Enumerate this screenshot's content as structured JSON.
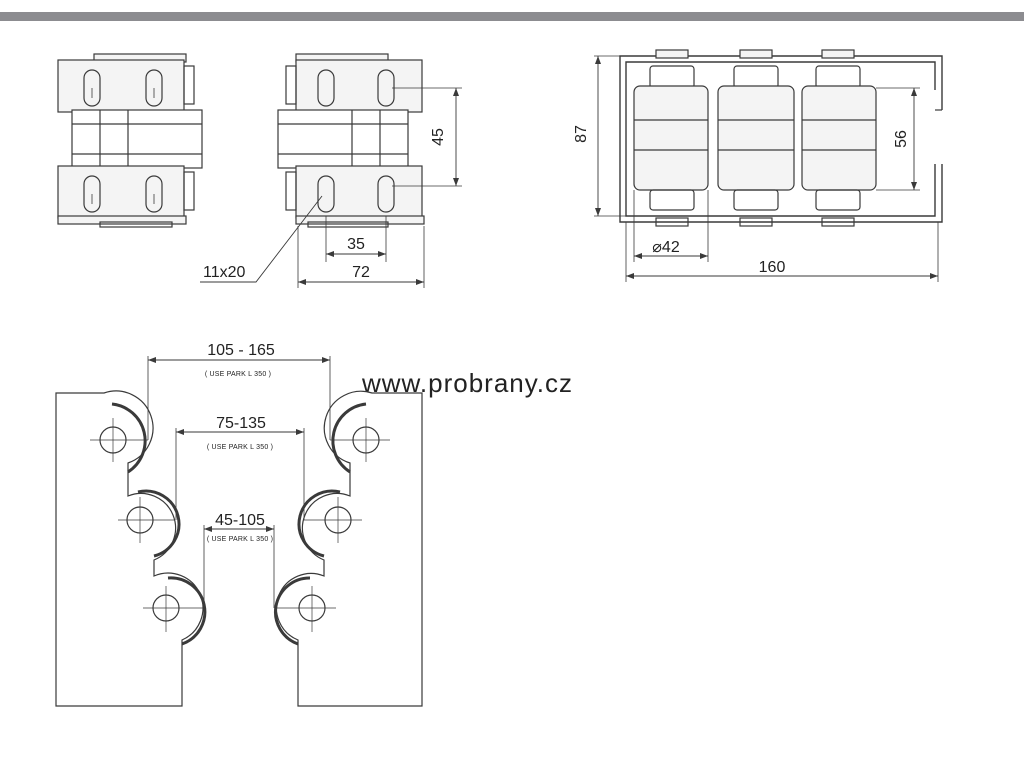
{
  "watermark": "www.probrany.cz",
  "colors": {
    "top_bar": "#8c8c90",
    "line": "#3a3a3a",
    "plate_fill": "#f4f4f4"
  },
  "views": {
    "side": {
      "slot_label": "11x20",
      "dim_45": "45",
      "dim_35": "35",
      "dim_72": "72"
    },
    "front": {
      "dim_87": "87",
      "dim_56": "56",
      "dim_diameter": "⌀42",
      "dim_160": "160"
    },
    "plan": {
      "range_outer": "105 - 165",
      "range_outer_note": "( USE PARK L 350 )",
      "range_middle": "75-135",
      "range_middle_note": "( USE PARK L 350 )",
      "range_inner": "45-105",
      "range_inner_note": "( USE PARK L 350 )"
    }
  }
}
